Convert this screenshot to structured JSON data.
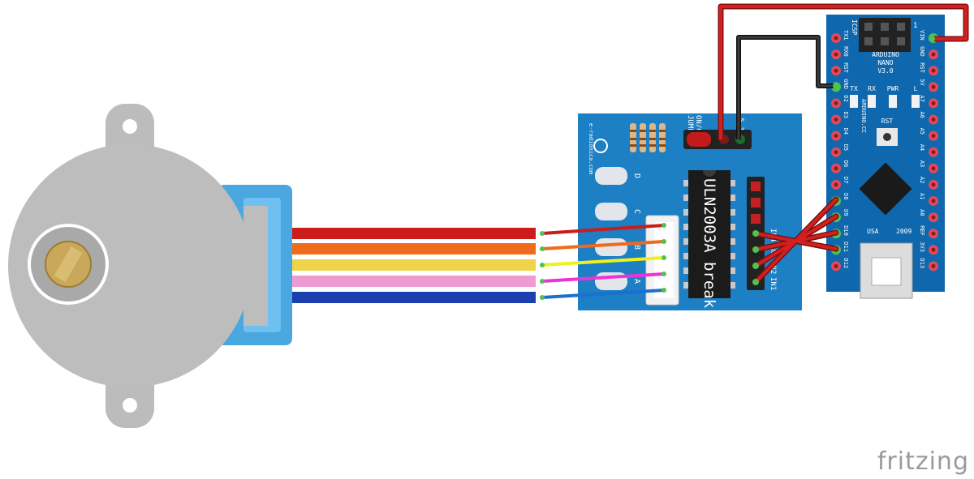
{
  "watermark": "fritzing",
  "driver_board": {
    "chip_label": "ULN2003A break",
    "site_label": "e-radionica.com",
    "jumper_label": "JUMPER",
    "onoff_label": "ON/OFF",
    "supply_label": "-5-12V+",
    "leds": [
      "D",
      "C",
      "B",
      "A"
    ],
    "inputs": [
      "IN1",
      "IN2",
      "IN3",
      "IN4"
    ]
  },
  "nano": {
    "title_lines": [
      "ARDUINO",
      "NANO",
      "V3.0"
    ],
    "icsp": "ICSP",
    "pin1_marker": "1",
    "cc_label": "ARDUINO.CC",
    "rst_button": "RST",
    "led_labels": [
      "TX",
      "RX",
      "PWR",
      "L"
    ],
    "usa": "USA",
    "year": "2009",
    "left_pins": [
      "TX1",
      "RX0",
      "RST",
      "GND",
      "D2",
      "D3",
      "D4",
      "D5",
      "D6",
      "D7",
      "D8",
      "D9",
      "D10",
      "D11",
      "D12"
    ],
    "right_pins": [
      "VIN",
      "GND",
      "RST",
      "5V",
      "A7",
      "A6",
      "A5",
      "A4",
      "A3",
      "A2",
      "A1",
      "A0",
      "REF",
      "3V3",
      "D13"
    ]
  },
  "colors": {
    "board_blue": "#1d7fc4",
    "nano_blue": "#0f68ad",
    "wire_red": "#cc1b1b",
    "wire_orange": "#ef6a1a",
    "wire_yellow": "#f0d34a",
    "wire_pink": "#ee9bd2",
    "wire_blue": "#1c3fb0",
    "wire_black": "#222222",
    "motor_gray": "#bdbdbd"
  }
}
